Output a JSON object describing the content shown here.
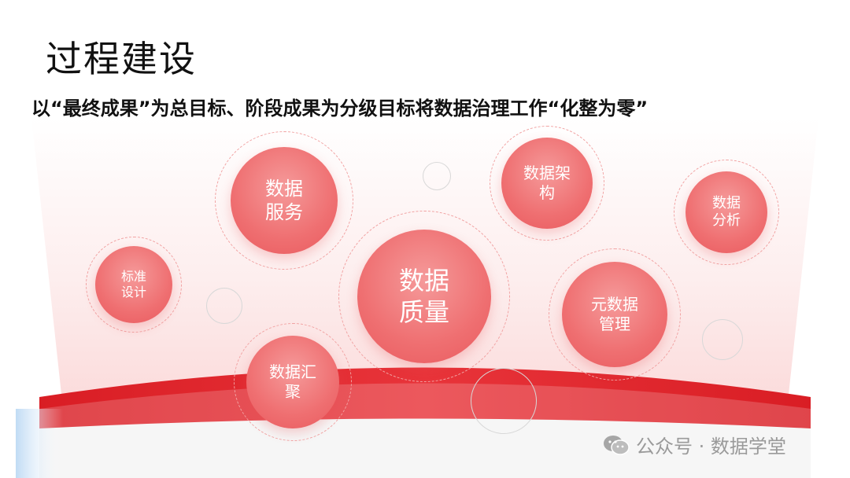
{
  "slide": {
    "title": "过程建设",
    "subtitle": "以“最终成果”为总目标、阶段成果为分级目标将数据治理工作“化整为零”"
  },
  "nodes": {
    "center": "数据\n质量",
    "services": "数据\n服务",
    "architecture": "数据架\n构",
    "analysis": "数据\n分析",
    "standards": "标准\n设计",
    "metadata": "元数据\n管理",
    "aggregation": "数据汇\n聚"
  },
  "watermark": {
    "text": "公众号 · 数据学堂",
    "icon": "wechat-icon"
  },
  "colors": {
    "bubble": "#ef6f71",
    "accent_red": "#e1262d",
    "background_tint": "#fdecec"
  }
}
